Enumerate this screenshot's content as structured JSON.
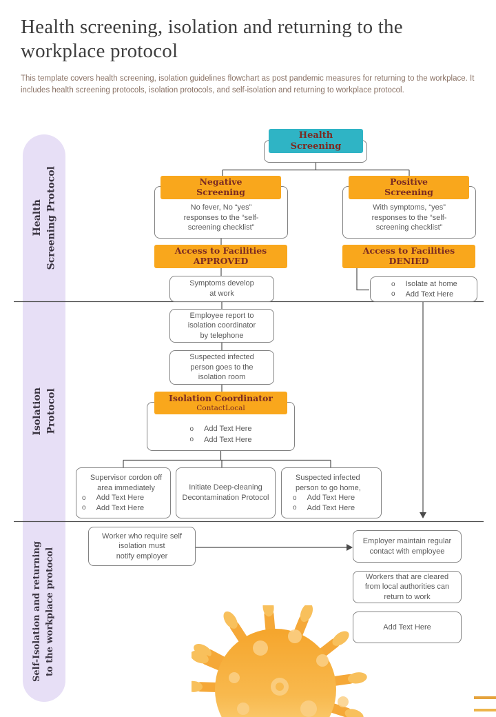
{
  "header": {
    "title": "Health screening, isolation and returning to the workplace protocol",
    "description": "This template covers health screening, isolation guidelines flowchart as post pandemic measures for returning to the workplace. It includes health screening protocols, isolation protocols, and self-isolation and returning to workplace protocol."
  },
  "sections": [
    {
      "label": "Health\nScreening Protocol"
    },
    {
      "label": "Isolation\nProtocol"
    },
    {
      "label": "Self-Isolation and returning\nto the workplace protocol"
    }
  ],
  "chars": {
    "bullet": "o"
  },
  "flowchart": {
    "health_screening": "Health\nScreening",
    "negative_screening": {
      "title": "Negative\nScreening",
      "description": "No fever, No “yes”\nresponses to the “self-\nscreening checklist”"
    },
    "positive_screening": {
      "title": "Positive\nScreening",
      "description": "With symptoms, “yes”\nresponses to the “self-\nscreening checklist”"
    },
    "access_approved": "Access to Facilities\nAPPROVED",
    "access_denied": "Access to Facilities\nDENIED",
    "symptoms_develop": "Symptoms develop\nat work",
    "isolate_list": [
      "Isolate at home",
      "Add Text Here"
    ],
    "employee_report": "Employee report to\nisolation coordinator\nby telephone",
    "suspected_isolation_room": "Suspected infected\nperson goes to the\nisolation room",
    "isolation_coordinator": {
      "title": "Isolation Coordinator",
      "subtitle": "ContactLocal",
      "list": [
        "Add Text Here",
        "Add Text Here"
      ]
    },
    "supervisor": {
      "title": "Supervisor cordon off\narea immediately",
      "list": [
        "Add Text Here",
        "Add Text Here"
      ]
    },
    "deep_cleaning": "Initiate Deep-cleaning\nDecontamination Protocol",
    "go_home": {
      "title": "Suspected infected\nperson to go home,",
      "list": [
        "Add Text Here",
        "Add Text Here"
      ]
    },
    "worker_self_isolation": "Worker who require self\nisolation must\nnotify employer",
    "employer_contact": "Employer maintain regular\ncontact with employee",
    "workers_cleared": "Workers that are cleared\nfrom local authorities can\nreturn to work",
    "add_text_here": "Add Text Here"
  },
  "colors": {
    "accent_orange": "#F9A71C",
    "teal": "#2FB4C5",
    "maroon_text": "#7B2B22",
    "lavender": "#E7DFF6",
    "box_border": "#828282",
    "body_text": "#5A5A5A",
    "connector_line": "#4F4F4F",
    "virus_orange": "#F6A730",
    "description_text": "#8A7265"
  }
}
